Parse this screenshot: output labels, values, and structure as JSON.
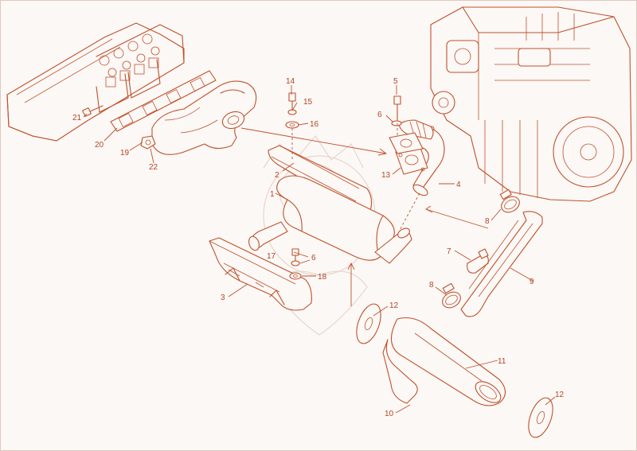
{
  "diagram": {
    "type": "exploded-parts-view",
    "line_color": "#c0512a",
    "background": "#fbf8f6",
    "callouts": [
      "1",
      "2",
      "3",
      "4",
      "5",
      "6",
      "6",
      "7",
      "8",
      "8",
      "9",
      "10",
      "11",
      "12",
      "12",
      "13",
      "14",
      "15",
      "16",
      "17",
      "18",
      "19",
      "20",
      "21",
      "22"
    ]
  }
}
